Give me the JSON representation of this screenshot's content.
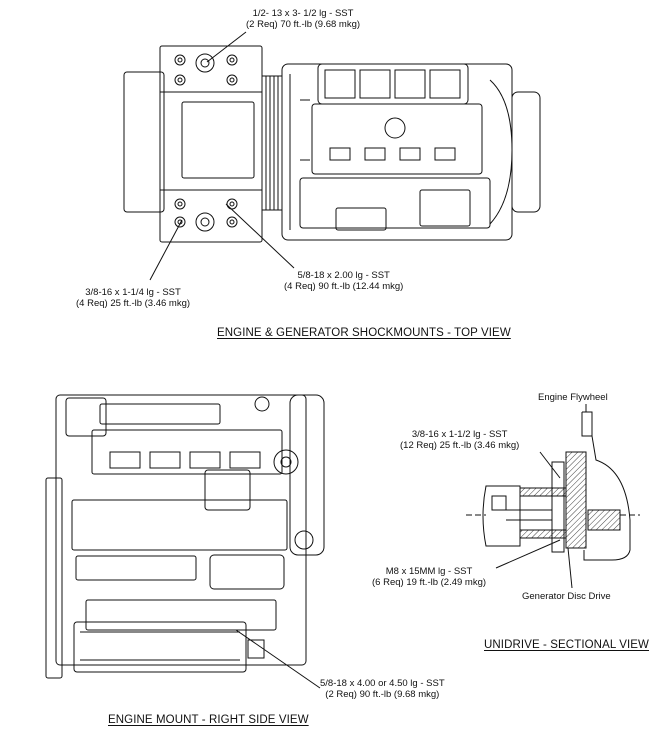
{
  "top_view": {
    "title": "ENGINE & GENERATOR SHOCKMOUNTS - TOP VIEW",
    "callout_top": {
      "line1": "1/2- 13 x 3- 1/2 lg - SST",
      "line2": "(2 Req) 70 ft.-lb (9.68 mkg)"
    },
    "callout_left": {
      "line1": "3/8-16 x 1-1/4 lg - SST",
      "line2": "(4 Req) 25 ft.-lb (3.46 mkg)"
    },
    "callout_right": {
      "line1": "5/8-18 x 2.00 lg - SST",
      "line2": "(4 Req) 90 ft.-lb (12.44 mkg)"
    }
  },
  "side_view": {
    "title": "ENGINE MOUNT - RIGHT SIDE VIEW",
    "callout": {
      "line1": "5/8-18 x 4.00 or 4.50 lg - SST",
      "line2": "(2 Req) 90 ft.-lb (9.68 mkg)"
    }
  },
  "sectional_view": {
    "title": "UNIDRIVE - SECTIONAL VIEW",
    "flywheel_label": "Engine  Flywheel",
    "callout_upper": {
      "line1": "3/8-16 x 1-1/2 lg - SST",
      "line2": "(12 Req) 25 ft.-lb (3.46 mkg)"
    },
    "callout_lower": {
      "line1": "M8 x 15MM lg - SST",
      "line2": "(6 Req)  19 ft.-lb (2.49 mkg)"
    },
    "disc_label": "Generator Disc Drive"
  }
}
